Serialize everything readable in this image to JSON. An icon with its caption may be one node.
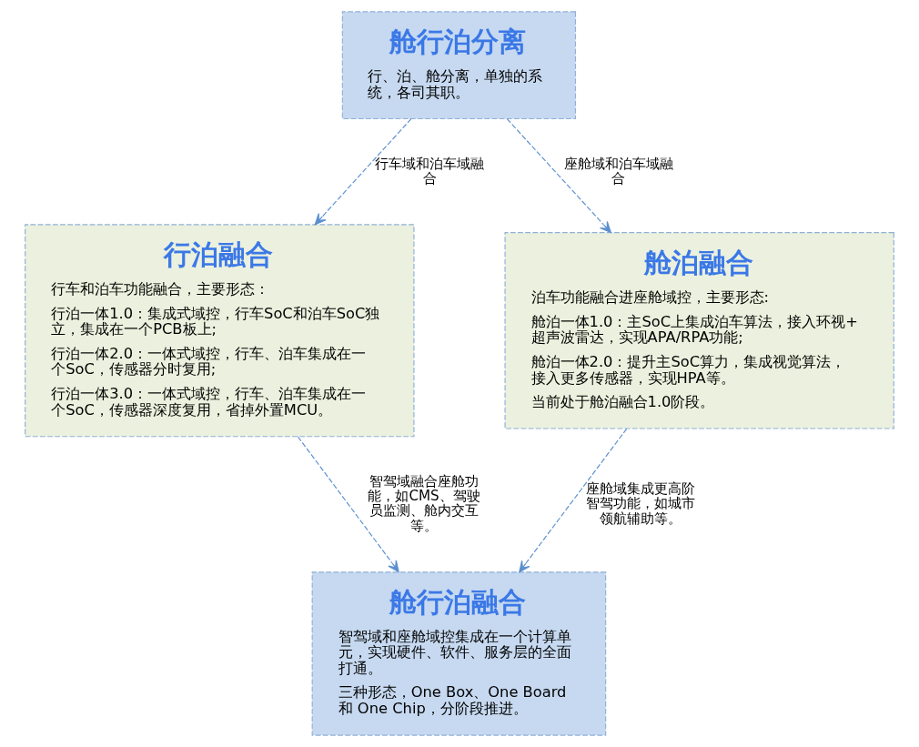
{
  "diagram": {
    "nodes": [
      {
        "text": [
          "舱行泊分离",
          "行、泊、舱分离，单独的系统，各司其职。"
        ]
      },
      {
        "text": [
          "行泊融合",
          "行车和泊车功能融合，主要形态：",
          "行泊一体1.0：集成式域控，行车SoC和泊车SoC独立，集成在一个PCB板上;",
          "行泊一体2.0：一体式域控，行车、泊车集成在一个SoC，传感器分时复用;",
          "行泊一体3.0：一体式域控，行车、泊车集成在一个SoC，传感器深度复用，省掉外置MCU。"
        ]
      },
      {
        "text": [
          "舱泊融合",
          "泊车功能融合进座舱域控，主要形态:",
          "舱泊一体1.0：主SoC上集成泊车算法，接入环视+超声波雷达，实现APA/RPA功能;",
          "舱泊一体2.0：提升主SoC算力，集成视觉算法，接入更多传感器，实现HPA等。",
          "当前处于舱泊融合1.0阶段。"
        ]
      },
      {
        "text": [
          "舱行泊融合",
          "智驾域和座舱域控集成在一个计算单元，实现硬件、软件、服务层的全面打通。",
          "三种形态，One Box、One Board 和 One Chip，分阶段推进。"
        ]
      }
    ],
    "edges": [
      {
        "from": 0,
        "to": 1,
        "arrow": "to",
        "label": "行车域和泊车域融合",
        "style": "dashed"
      },
      {
        "from": 0,
        "to": 2,
        "arrow": "to",
        "label": "座舱域和泊车域融合",
        "style": "dashed"
      },
      {
        "from": 1,
        "to": 3,
        "arrow": "to",
        "label": "智驾域融合座舱功能，如CMS、驾驶员监测、舱内交互等。",
        "style": "dashed"
      },
      {
        "from": 2,
        "to": 3,
        "arrow": "to",
        "label": "座舱域集成更高阶智驾功能，如城市领航辅助等。",
        "style": "dashed"
      }
    ]
  }
}
